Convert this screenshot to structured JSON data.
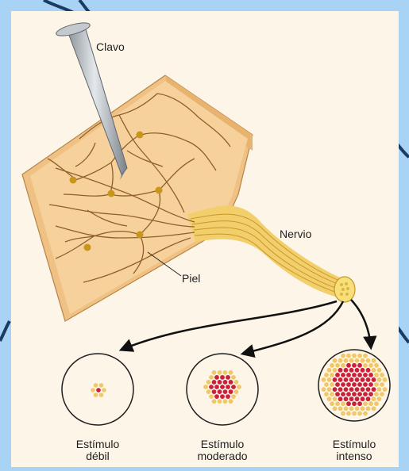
{
  "labels": {
    "nail": "Clavo",
    "nerve": "Nervio",
    "skin": "Piel"
  },
  "stimuli": [
    {
      "label_line1": "Estímulo",
      "label_line2": "débil"
    },
    {
      "label_line1": "Estímulo",
      "label_line2": "moderado"
    },
    {
      "label_line1": "Estímulo",
      "label_line2": "intenso"
    }
  ],
  "colors": {
    "background": "#a9d3f5",
    "panel": "#fdf6e8",
    "skin": "#f5cf92",
    "fiber": "#9b6a36",
    "receptor": "#c8961d",
    "nerve_yellow": "#f2cf6a",
    "active_fiber": "#cc1f3c",
    "inactive_fiber": "#f0c86a",
    "arrow": "#111111"
  },
  "icons": [
    "nail-icon",
    "arrow-icon"
  ]
}
